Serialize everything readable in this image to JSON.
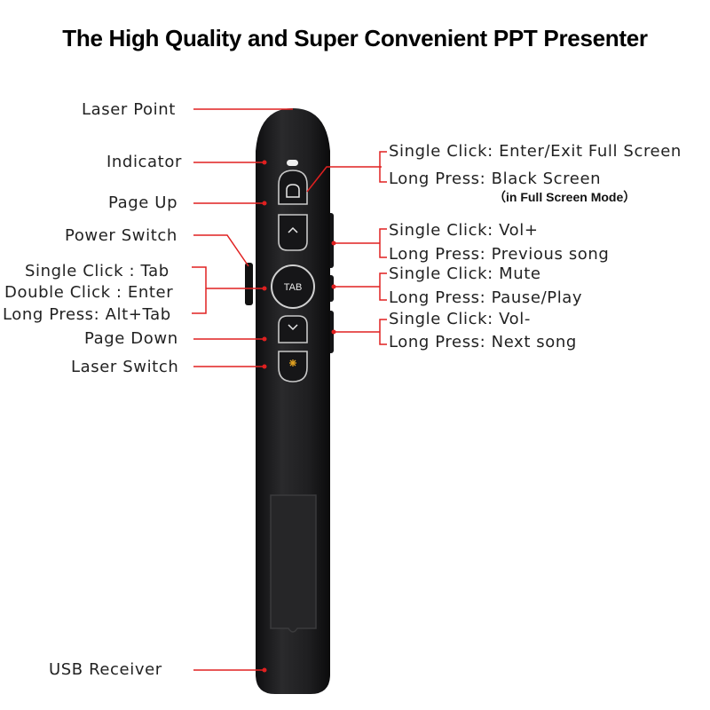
{
  "title": "The High Quality and Super Convenient PPT Presenter",
  "left_labels": {
    "laser_point": "Laser Point",
    "indicator": "Indicator",
    "page_up": "Page Up",
    "power_switch": "Power Switch",
    "single_click_tab": "Single Click : Tab",
    "double_click_enter": "Double Click : Enter",
    "long_press_alt_tab": "Long Press: Alt+Tab",
    "page_down": "Page Down",
    "laser_switch": "Laser Switch",
    "usb_receiver": "USB Receiver"
  },
  "right_labels": {
    "fullscreen_click": "Single Click: Enter/Exit Full Screen",
    "fullscreen_long": "Long Press: Black Screen",
    "fullscreen_note": "（in Full Screen Mode）",
    "volup_click": "Single Click: Vol+",
    "volup_long": "Long Press: Previous song",
    "mute_click": "Single Click: Mute",
    "mute_long": "Long Press: Pause/Play",
    "voldown_click": "Single Click: Vol-",
    "voldown_long": "Long Press: Next song"
  },
  "button_text": {
    "tab": "TAB"
  },
  "colors": {
    "leader_line": "#e02020",
    "device_body": "#1c1c1e",
    "laser_icon": "#e0a020"
  }
}
